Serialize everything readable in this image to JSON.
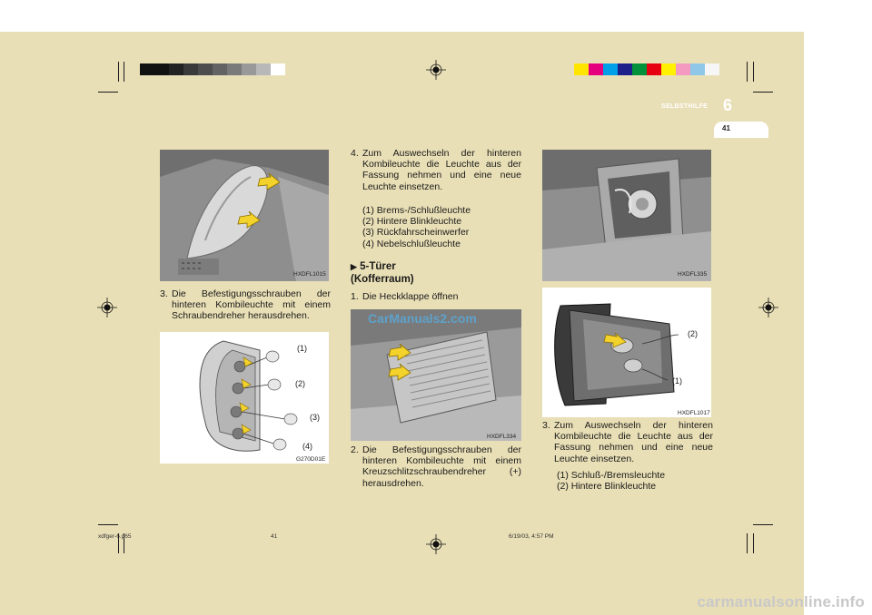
{
  "header": {
    "section_label": "SELBSTHILFE",
    "section_number": "6",
    "page_number": "41",
    "colors": {
      "band": "#e9dfb6",
      "page_tab": "#ffffff"
    },
    "gray_bar": [
      "#111111",
      "#111111",
      "#222222",
      "#3a3a3a",
      "#4d4d4d",
      "#636363",
      "#7a7a7a",
      "#999999",
      "#b8b8b8",
      "#ffffff"
    ],
    "color_bar": [
      "#ffe500",
      "#e5007e",
      "#00a0e9",
      "#1d2088",
      "#00913a",
      "#e60012",
      "#fff100",
      "#f49ac1",
      "#8fc7e8",
      "#f6f6f6"
    ]
  },
  "col1": {
    "photo1_code": "HXDFL1015",
    "step3": {
      "number": "3.",
      "text": "Die Befestigungsschrauben der hinteren Kombileuchte mit einem Schraubendreher herausdrehen."
    },
    "photo2_code": "G270D01E",
    "photo2_callouts": [
      "(1)",
      "(2)",
      "(3)",
      "(4)"
    ]
  },
  "col2": {
    "step4": {
      "number": "4.",
      "text": "Zum Auswechseln der hinteren Kombileuchte die Leuchte aus der Fassung nehmen und eine neue Leuchte einsetzen."
    },
    "step4_items": [
      "(1) Brems-/Schlußleuchte",
      "(2) Hintere Blinkleuchte",
      "(3) Rückfahrscheinwerfer",
      "(4) Nebelschlußleuchte"
    ],
    "heading_marker": "▶",
    "heading_line1": "5-Türer",
    "heading_line2": "(Kofferraum)",
    "step1": {
      "number": "1.",
      "text": "Die Heckklappe öffnen"
    },
    "watermark": "CarManuals2.com",
    "photo3_code": "HXDFL334",
    "step2": {
      "number": "2.",
      "text": "Die Befestigungsschrauben der hinteren Kombileuchte mit einem Kreuzschlitzschraubendreher (+) herausdrehen."
    }
  },
  "col3": {
    "photo4_code": "HXDFL335",
    "photo5_code": "HXDFL1017",
    "photo5_callouts": [
      "(2)",
      "(1)"
    ],
    "step3": {
      "number": "3.",
      "text": "Zum Auswechseln der hinteren Kombileuchte die Leuchte aus der Fassung nehmen und eine neue Leuchte einsetzen."
    },
    "step3_items": [
      "(1) Schluß-/Bremsleuchte",
      "(2) Hintere Blinkleuchte"
    ]
  },
  "footer": {
    "file": "xdfger-6.p65",
    "page": "41",
    "date": "6/19/03, 4:57 PM",
    "site": "carmanualsonline.info"
  }
}
